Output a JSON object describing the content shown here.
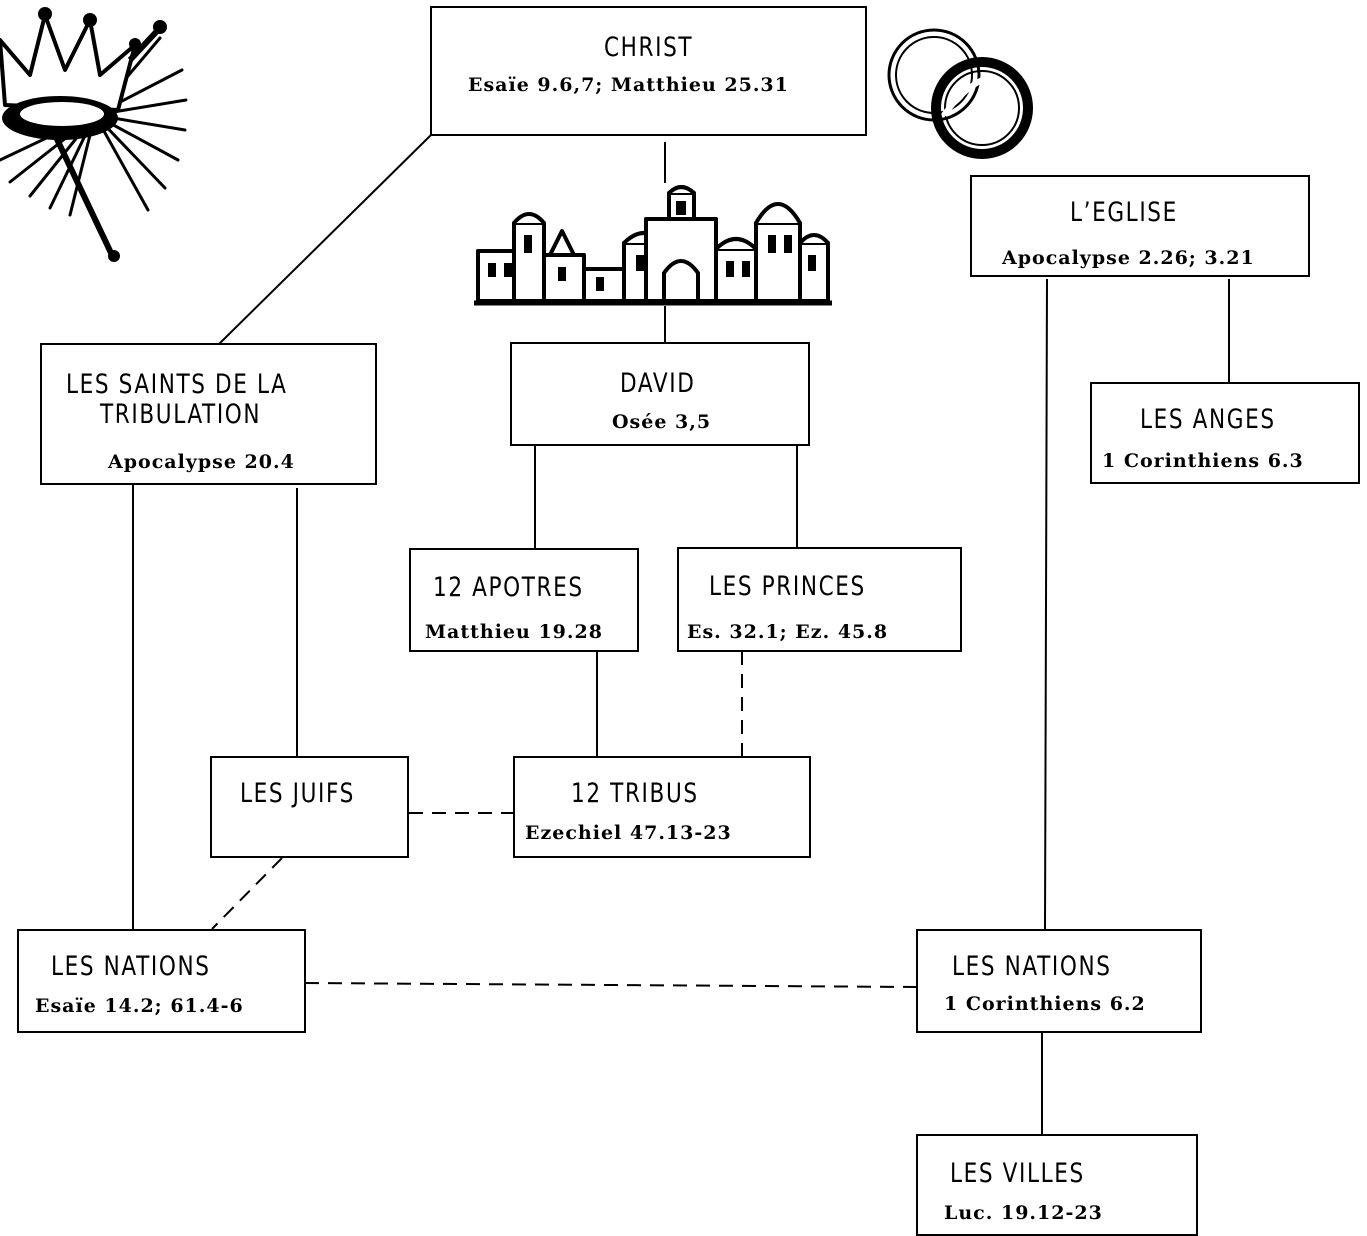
{
  "nodes": {
    "christ": {
      "title": "CHRIST",
      "ref": "Esaïe 9.6,7; Matthieu 25.31"
    },
    "eglise": {
      "title": "L’EGLISE",
      "ref": "Apocalypse 2.26; 3.21"
    },
    "saints": {
      "title_line1": "LES SAINTS DE LA",
      "title_line2": "TRIBULATION",
      "ref": "Apocalypse 20.4"
    },
    "david": {
      "title": "DAVID",
      "ref": "Osée 3,5"
    },
    "anges": {
      "title": "LES ANGES",
      "ref": "1 Corinthiens 6.3"
    },
    "apotres": {
      "title": "12 APOTRES",
      "ref": "Matthieu 19.28"
    },
    "princes": {
      "title": "LES PRINCES",
      "ref": "Es. 32.1; Ez. 45.8"
    },
    "juifs": {
      "title": "LES JUIFS"
    },
    "tribus": {
      "title": "12 TRIBUS",
      "ref": "Ezechiel 47.13-23"
    },
    "nations_left": {
      "title": "LES NATIONS",
      "ref": "Esaïe 14.2; 61.4-6"
    },
    "nations_right": {
      "title": "LES NATIONS",
      "ref": "1 Corinthiens 6.2"
    },
    "villes": {
      "title": "LES VILLES",
      "ref": "Luc. 19.12-23"
    }
  },
  "illustrations": {
    "crown": "crown-icon",
    "rings": "wedding-rings-icon",
    "city": "jerusalem-city-icon"
  },
  "colors": {
    "ink": "#000000",
    "paper": "#ffffff"
  }
}
